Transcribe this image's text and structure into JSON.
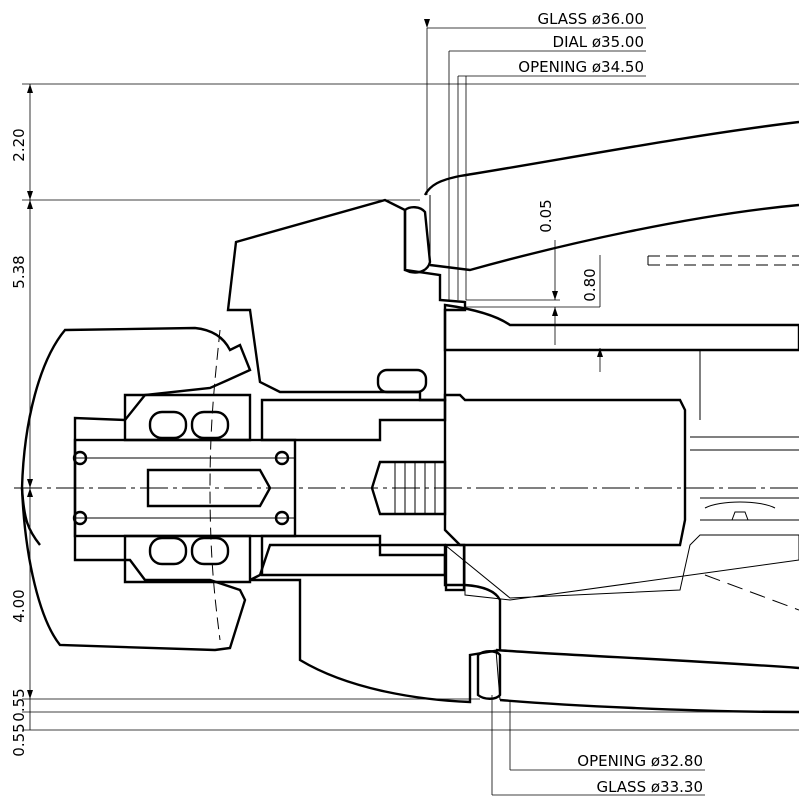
{
  "labels": {
    "glass_top": "GLASS ø36.00",
    "dial_top": "DIAL ø35.00",
    "opening_top": "OPENING ø34.50",
    "opening_bottom": "OPENING ø32.80",
    "glass_bottom": "GLASS ø33.30"
  },
  "left_dims": {
    "d1": "2.20",
    "d2": "5.38",
    "d3": "4.00",
    "d4": "0.55",
    "d5": "0.55"
  },
  "inner_dims": {
    "gap": "0.05",
    "height": "0.80"
  }
}
